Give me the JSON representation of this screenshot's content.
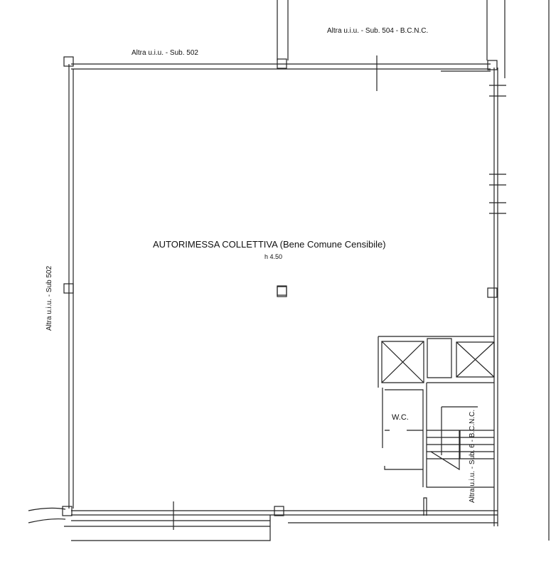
{
  "labels": {
    "top_left": "Altra u.i.u. - Sub. 502",
    "top_right": "Altra u.i.u. - Sub. 504 - B.C.N.C.",
    "left_side": "Altra u.i.u. - Sub 502",
    "main_room": "AUTORIMESSA COLLETTIVA (Bene Comune Censibile)",
    "height": "h 4.50",
    "wc": "W.C.",
    "stair": "Altra u.i.u. - Sub. 6 - B.C.N.C."
  }
}
